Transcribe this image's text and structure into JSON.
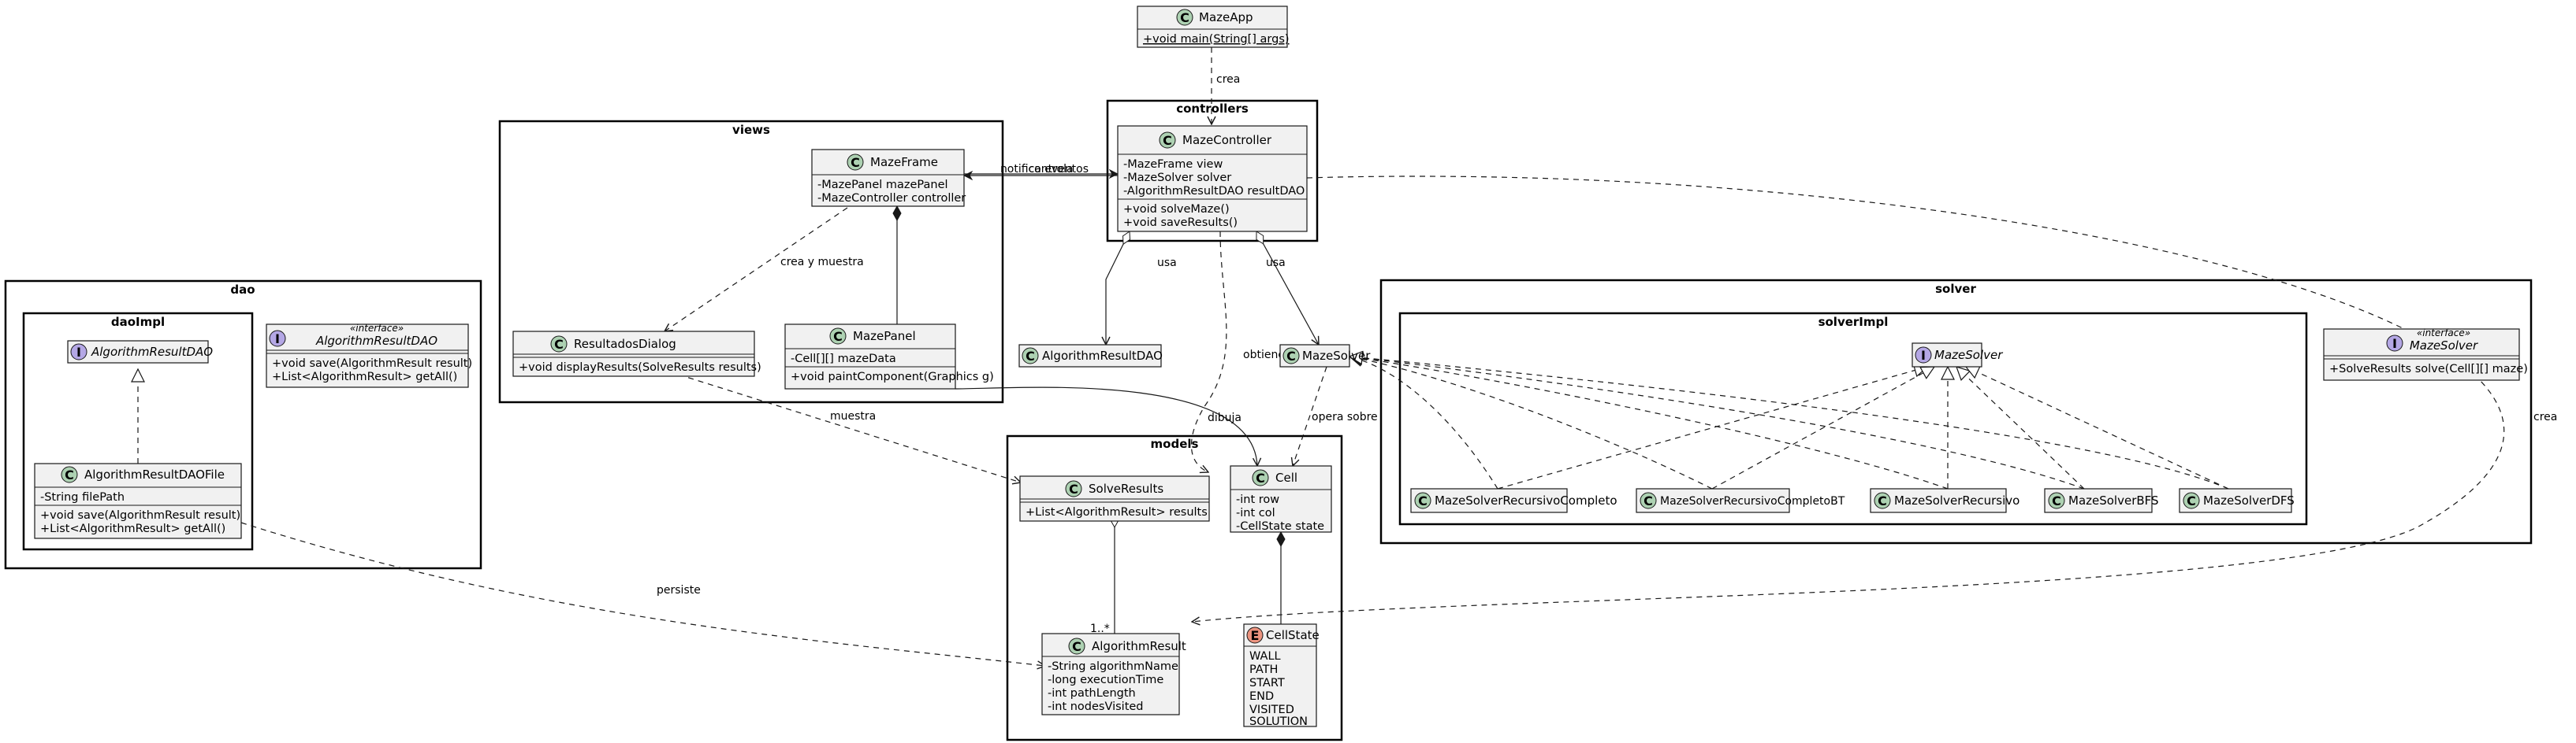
{
  "packages": {
    "controllers": "controllers",
    "views": "views",
    "dao": "dao",
    "daoImpl": "daoImpl",
    "models": "models",
    "solver": "solver",
    "solverImpl": "solverImpl"
  },
  "classes": {
    "MazeApp": {
      "name": "MazeApp",
      "kind": "C",
      "members": [
        "+void main(String[] args)"
      ]
    },
    "MazeController": {
      "name": "MazeController",
      "kind": "C",
      "fields": [
        "-MazeFrame view",
        "-MazeSolver solver",
        "-AlgorithmResultDAO resultDAO"
      ],
      "methods": [
        "+void solveMaze()",
        "+void saveResults()"
      ]
    },
    "MazeFrame": {
      "name": "MazeFrame",
      "kind": "C",
      "fields": [
        "-MazePanel mazePanel",
        "-MazeController controller"
      ]
    },
    "ResultadosDialog": {
      "name": "ResultadosDialog",
      "kind": "C",
      "methods": [
        "+void displayResults(SolveResults results)"
      ]
    },
    "MazePanel": {
      "name": "MazePanel",
      "kind": "C",
      "fields": [
        "-Cell[][] mazeData"
      ],
      "methods": [
        "+void paintComponent(Graphics g)"
      ]
    },
    "AlgorithmResultDAO_dao": {
      "name": "AlgorithmResultDAO",
      "kind": "I",
      "stereotype": "«interface»",
      "methods": [
        "+void save(AlgorithmResult result)",
        "+List<AlgorithmResult> getAll()"
      ]
    },
    "AlgorithmResultDAO_impl": {
      "name": "AlgorithmResultDAO",
      "kind": "I"
    },
    "AlgorithmResultDAOFile": {
      "name": "AlgorithmResultDAOFile",
      "kind": "C",
      "fields": [
        "-String filePath"
      ],
      "methods": [
        "+void save(AlgorithmResult result)",
        "+List<AlgorithmResult> getAll()"
      ]
    },
    "AlgorithmResultDAO_free": {
      "name": "AlgorithmResultDAO",
      "kind": "C"
    },
    "MazeSolver_free": {
      "name": "MazeSolver",
      "kind": "C"
    },
    "SolveResults": {
      "name": "SolveResults",
      "kind": "C",
      "methods": [
        "+List<AlgorithmResult> results"
      ]
    },
    "Cell": {
      "name": "Cell",
      "kind": "C",
      "fields": [
        "-int row",
        "-int col",
        "-CellState state"
      ]
    },
    "AlgorithmResult": {
      "name": "AlgorithmResult",
      "kind": "C",
      "fields": [
        "-String algorithmName",
        "-long executionTime",
        "-int pathLength",
        "-int nodesVisited"
      ]
    },
    "CellState": {
      "name": "CellState",
      "kind": "E",
      "fields": [
        "WALL",
        "PATH",
        "START",
        "END",
        "VISITED",
        "SOLUTION"
      ]
    },
    "MazeSolver_impl": {
      "name": "MazeSolver",
      "kind": "I"
    },
    "MazeSolver_solver": {
      "name": "MazeSolver",
      "kind": "I",
      "stereotype": "«interface»",
      "methods": [
        "+SolveResults solve(Cell[][] maze)"
      ]
    },
    "MazeSolverRecursivoCompleto": {
      "name": "MazeSolverRecursivoCompleto",
      "kind": "C"
    },
    "MazeSolverRecursivoCompletoBT": {
      "name": "MazeSolverRecursivoCompletoBT",
      "kind": "C"
    },
    "MazeSolverRecursivo": {
      "name": "MazeSolverRecursivo",
      "kind": "C"
    },
    "MazeSolverBFS": {
      "name": "MazeSolverBFS",
      "kind": "C"
    },
    "MazeSolverDFS": {
      "name": "MazeSolverDFS",
      "kind": "C"
    }
  },
  "edge_labels": {
    "crea_top": "crea",
    "notifica_eventos": "notifica eventos",
    "controla": "controla",
    "crea_y_muestra": "crea y muestra",
    "usa_left": "usa",
    "usa_right": "usa",
    "obtiene": "obtiene",
    "muestra": "muestra",
    "dibuja": "dibuja",
    "opera_sobre": "opera sobre",
    "persiste": "persiste",
    "crea_right": "crea",
    "mult_1n": "1..*"
  }
}
